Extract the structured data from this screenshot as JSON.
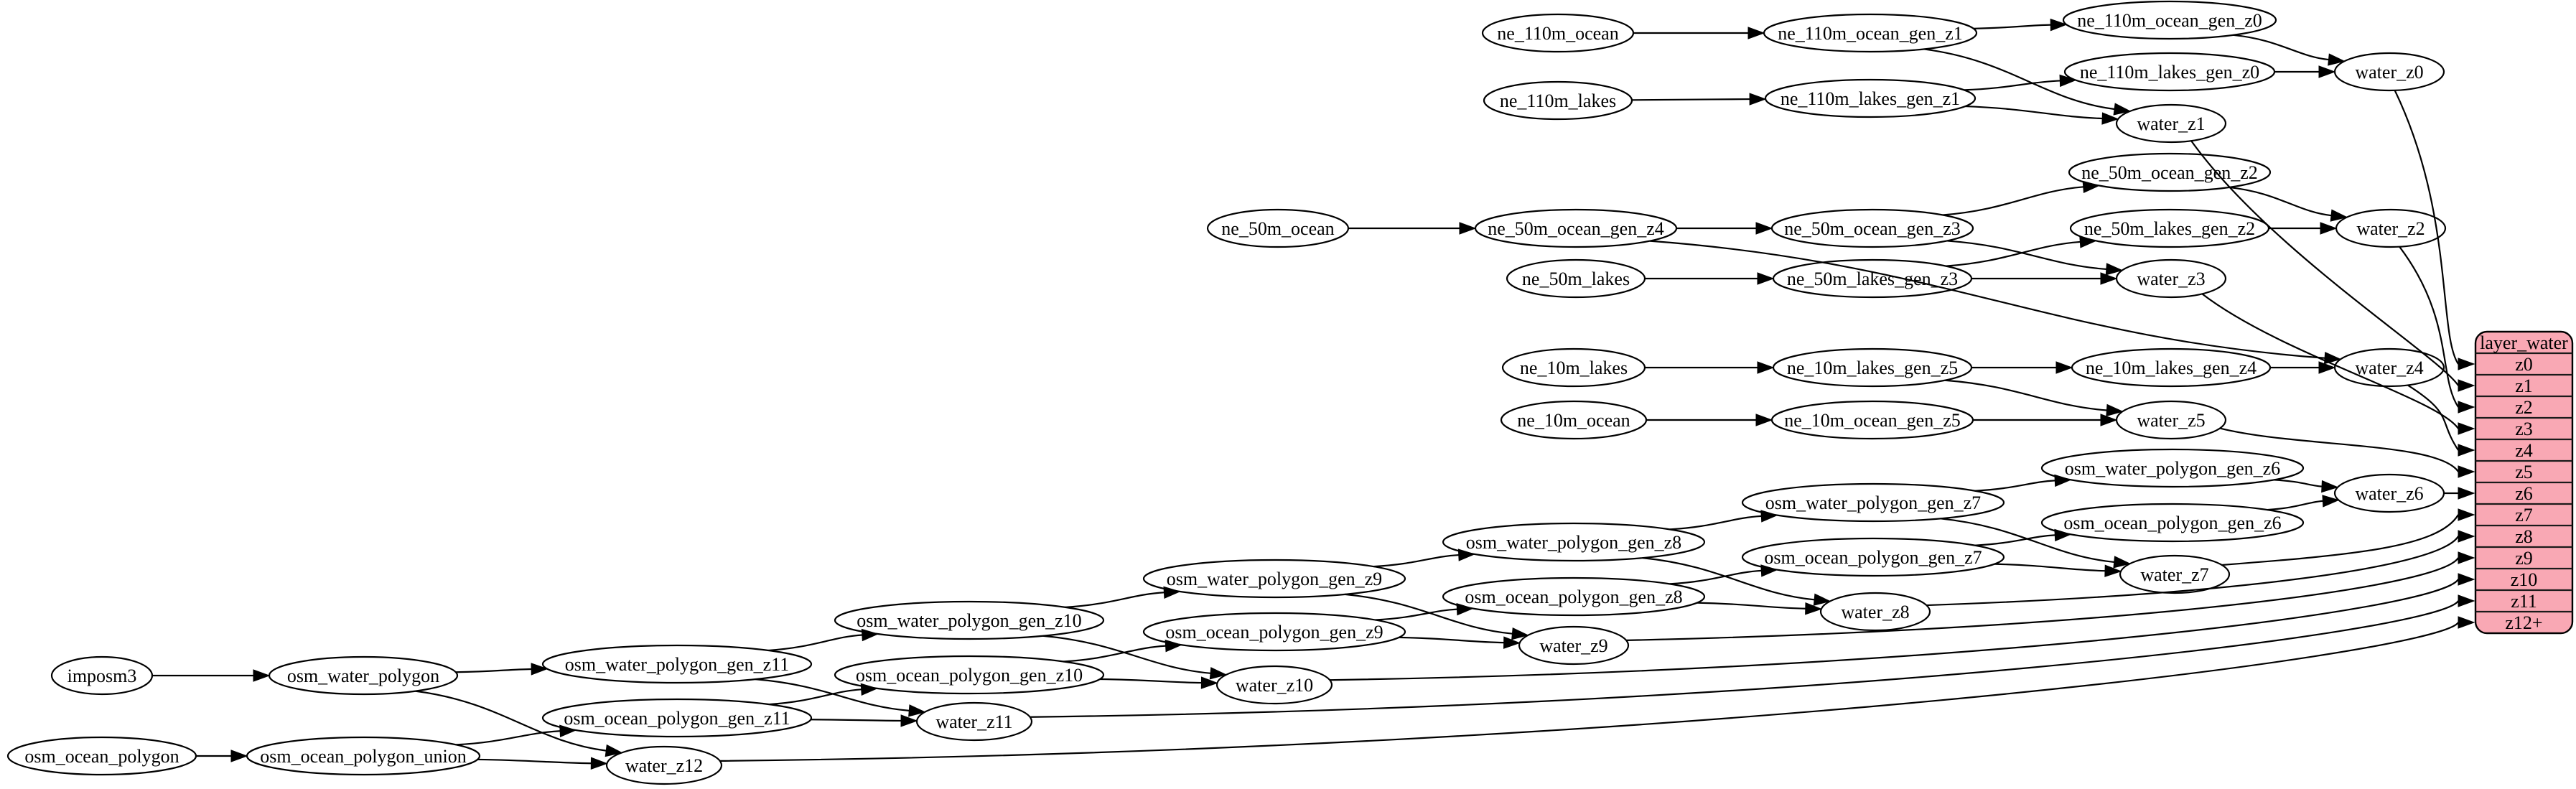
{
  "diagram": {
    "title": "layer_water ETL dependency graph",
    "background": "#ffffff",
    "edge_color": "#000000",
    "node_fill": "#ffffff",
    "node_stroke": "#000000",
    "table": {
      "title": "layer_water",
      "fill": "#f9a8b4",
      "stroke": "#000000",
      "rows": [
        "z0",
        "z1",
        "z2",
        "z3",
        "z4",
        "z5",
        "z6",
        "z7",
        "z8",
        "z9",
        "z10",
        "z11",
        "z12+"
      ]
    },
    "nodes": [
      {
        "id": "ne_110m_ocean",
        "label": "ne_110m_ocean"
      },
      {
        "id": "ne_110m_ocean_gen_z1",
        "label": "ne_110m_ocean_gen_z1"
      },
      {
        "id": "ne_110m_ocean_gen_z0",
        "label": "ne_110m_ocean_gen_z0"
      },
      {
        "id": "ne_110m_lakes",
        "label": "ne_110m_lakes"
      },
      {
        "id": "ne_110m_lakes_gen_z1",
        "label": "ne_110m_lakes_gen_z1"
      },
      {
        "id": "ne_110m_lakes_gen_z0",
        "label": "ne_110m_lakes_gen_z0"
      },
      {
        "id": "water_z0",
        "label": "water_z0"
      },
      {
        "id": "water_z1",
        "label": "water_z1"
      },
      {
        "id": "ne_50m_ocean",
        "label": "ne_50m_ocean"
      },
      {
        "id": "ne_50m_ocean_gen_z4",
        "label": "ne_50m_ocean_gen_z4"
      },
      {
        "id": "ne_50m_ocean_gen_z3",
        "label": "ne_50m_ocean_gen_z3"
      },
      {
        "id": "ne_50m_ocean_gen_z2",
        "label": "ne_50m_ocean_gen_z2"
      },
      {
        "id": "ne_50m_lakes",
        "label": "ne_50m_lakes"
      },
      {
        "id": "ne_50m_lakes_gen_z3",
        "label": "ne_50m_lakes_gen_z3"
      },
      {
        "id": "ne_50m_lakes_gen_z2",
        "label": "ne_50m_lakes_gen_z2"
      },
      {
        "id": "water_z2",
        "label": "water_z2"
      },
      {
        "id": "water_z3",
        "label": "water_z3"
      },
      {
        "id": "ne_10m_lakes",
        "label": "ne_10m_lakes"
      },
      {
        "id": "ne_10m_lakes_gen_z5",
        "label": "ne_10m_lakes_gen_z5"
      },
      {
        "id": "ne_10m_lakes_gen_z4",
        "label": "ne_10m_lakes_gen_z4"
      },
      {
        "id": "water_z4",
        "label": "water_z4"
      },
      {
        "id": "ne_10m_ocean",
        "label": "ne_10m_ocean"
      },
      {
        "id": "ne_10m_ocean_gen_z5",
        "label": "ne_10m_ocean_gen_z5"
      },
      {
        "id": "water_z5",
        "label": "water_z5"
      },
      {
        "id": "osm_water_polygon_gen_z6",
        "label": "osm_water_polygon_gen_z6"
      },
      {
        "id": "osm_ocean_polygon_gen_z6",
        "label": "osm_ocean_polygon_gen_z6"
      },
      {
        "id": "water_z6",
        "label": "water_z6"
      },
      {
        "id": "osm_water_polygon_gen_z7",
        "label": "osm_water_polygon_gen_z7"
      },
      {
        "id": "osm_ocean_polygon_gen_z7",
        "label": "osm_ocean_polygon_gen_z7"
      },
      {
        "id": "water_z7",
        "label": "water_z7"
      },
      {
        "id": "osm_water_polygon_gen_z8",
        "label": "osm_water_polygon_gen_z8"
      },
      {
        "id": "osm_ocean_polygon_gen_z8",
        "label": "osm_ocean_polygon_gen_z8"
      },
      {
        "id": "water_z8",
        "label": "water_z8"
      },
      {
        "id": "osm_water_polygon_gen_z9",
        "label": "osm_water_polygon_gen_z9"
      },
      {
        "id": "osm_ocean_polygon_gen_z9",
        "label": "osm_ocean_polygon_gen_z9"
      },
      {
        "id": "water_z9",
        "label": "water_z9"
      },
      {
        "id": "osm_water_polygon_gen_z10",
        "label": "osm_water_polygon_gen_z10"
      },
      {
        "id": "osm_ocean_polygon_gen_z10",
        "label": "osm_ocean_polygon_gen_z10"
      },
      {
        "id": "water_z10",
        "label": "water_z10"
      },
      {
        "id": "osm_water_polygon_gen_z11",
        "label": "osm_water_polygon_gen_z11"
      },
      {
        "id": "osm_ocean_polygon_gen_z11",
        "label": "osm_ocean_polygon_gen_z11"
      },
      {
        "id": "water_z11",
        "label": "water_z11"
      },
      {
        "id": "imposm3",
        "label": "imposm3"
      },
      {
        "id": "osm_water_polygon",
        "label": "osm_water_polygon"
      },
      {
        "id": "osm_ocean_polygon",
        "label": "osm_ocean_polygon"
      },
      {
        "id": "osm_ocean_polygon_union",
        "label": "osm_ocean_polygon_union"
      },
      {
        "id": "water_z12",
        "label": "water_z12"
      }
    ],
    "edges": [
      {
        "from": "ne_110m_ocean",
        "to": "ne_110m_ocean_gen_z1"
      },
      {
        "from": "ne_110m_ocean_gen_z1",
        "to": "ne_110m_ocean_gen_z0"
      },
      {
        "from": "ne_110m_ocean_gen_z1",
        "to": "water_z1"
      },
      {
        "from": "ne_110m_ocean_gen_z0",
        "to": "water_z0"
      },
      {
        "from": "ne_110m_lakes",
        "to": "ne_110m_lakes_gen_z1"
      },
      {
        "from": "ne_110m_lakes_gen_z1",
        "to": "ne_110m_lakes_gen_z0"
      },
      {
        "from": "ne_110m_lakes_gen_z1",
        "to": "water_z1"
      },
      {
        "from": "ne_110m_lakes_gen_z0",
        "to": "water_z0"
      },
      {
        "from": "water_z0",
        "to": "layer_water:z0"
      },
      {
        "from": "water_z1",
        "to": "layer_water:z1"
      },
      {
        "from": "ne_50m_ocean",
        "to": "ne_50m_ocean_gen_z4"
      },
      {
        "from": "ne_50m_ocean_gen_z4",
        "to": "ne_50m_ocean_gen_z3"
      },
      {
        "from": "ne_50m_ocean_gen_z4",
        "to": "water_z4"
      },
      {
        "from": "ne_50m_ocean_gen_z3",
        "to": "ne_50m_ocean_gen_z2"
      },
      {
        "from": "ne_50m_ocean_gen_z3",
        "to": "water_z3"
      },
      {
        "from": "ne_50m_ocean_gen_z2",
        "to": "water_z2"
      },
      {
        "from": "ne_50m_lakes",
        "to": "ne_50m_lakes_gen_z3"
      },
      {
        "from": "ne_50m_lakes_gen_z3",
        "to": "ne_50m_lakes_gen_z2"
      },
      {
        "from": "ne_50m_lakes_gen_z3",
        "to": "water_z3"
      },
      {
        "from": "ne_50m_lakes_gen_z2",
        "to": "water_z2"
      },
      {
        "from": "water_z2",
        "to": "layer_water:z2"
      },
      {
        "from": "water_z3",
        "to": "layer_water:z3"
      },
      {
        "from": "ne_10m_lakes",
        "to": "ne_10m_lakes_gen_z5"
      },
      {
        "from": "ne_10m_lakes_gen_z5",
        "to": "ne_10m_lakes_gen_z4"
      },
      {
        "from": "ne_10m_lakes_gen_z5",
        "to": "water_z5"
      },
      {
        "from": "ne_10m_lakes_gen_z4",
        "to": "water_z4"
      },
      {
        "from": "ne_10m_ocean",
        "to": "ne_10m_ocean_gen_z5"
      },
      {
        "from": "ne_10m_ocean_gen_z5",
        "to": "water_z5"
      },
      {
        "from": "water_z4",
        "to": "layer_water:z4"
      },
      {
        "from": "water_z5",
        "to": "layer_water:z5"
      },
      {
        "from": "imposm3",
        "to": "osm_water_polygon"
      },
      {
        "from": "osm_water_polygon",
        "to": "osm_water_polygon_gen_z11"
      },
      {
        "from": "osm_water_polygon",
        "to": "water_z12"
      },
      {
        "from": "osm_ocean_polygon",
        "to": "osm_ocean_polygon_union"
      },
      {
        "from": "osm_ocean_polygon_union",
        "to": "osm_ocean_polygon_gen_z11"
      },
      {
        "from": "osm_ocean_polygon_union",
        "to": "water_z12"
      },
      {
        "from": "osm_water_polygon_gen_z11",
        "to": "osm_water_polygon_gen_z10"
      },
      {
        "from": "osm_water_polygon_gen_z11",
        "to": "water_z11"
      },
      {
        "from": "osm_ocean_polygon_gen_z11",
        "to": "osm_ocean_polygon_gen_z10"
      },
      {
        "from": "osm_ocean_polygon_gen_z11",
        "to": "water_z11"
      },
      {
        "from": "osm_water_polygon_gen_z10",
        "to": "osm_water_polygon_gen_z9"
      },
      {
        "from": "osm_water_polygon_gen_z10",
        "to": "water_z10"
      },
      {
        "from": "osm_ocean_polygon_gen_z10",
        "to": "osm_ocean_polygon_gen_z9"
      },
      {
        "from": "osm_ocean_polygon_gen_z10",
        "to": "water_z10"
      },
      {
        "from": "osm_water_polygon_gen_z9",
        "to": "osm_water_polygon_gen_z8"
      },
      {
        "from": "osm_water_polygon_gen_z9",
        "to": "water_z9"
      },
      {
        "from": "osm_ocean_polygon_gen_z9",
        "to": "osm_ocean_polygon_gen_z8"
      },
      {
        "from": "osm_ocean_polygon_gen_z9",
        "to": "water_z9"
      },
      {
        "from": "osm_water_polygon_gen_z8",
        "to": "osm_water_polygon_gen_z7"
      },
      {
        "from": "osm_water_polygon_gen_z8",
        "to": "water_z8"
      },
      {
        "from": "osm_ocean_polygon_gen_z8",
        "to": "osm_ocean_polygon_gen_z7"
      },
      {
        "from": "osm_ocean_polygon_gen_z8",
        "to": "water_z8"
      },
      {
        "from": "osm_water_polygon_gen_z7",
        "to": "osm_water_polygon_gen_z6"
      },
      {
        "from": "osm_water_polygon_gen_z7",
        "to": "water_z7"
      },
      {
        "from": "osm_ocean_polygon_gen_z7",
        "to": "osm_ocean_polygon_gen_z6"
      },
      {
        "from": "osm_ocean_polygon_gen_z7",
        "to": "water_z7"
      },
      {
        "from": "osm_water_polygon_gen_z6",
        "to": "water_z6"
      },
      {
        "from": "osm_ocean_polygon_gen_z6",
        "to": "water_z6"
      },
      {
        "from": "water_z6",
        "to": "layer_water:z6"
      },
      {
        "from": "water_z7",
        "to": "layer_water:z7"
      },
      {
        "from": "water_z8",
        "to": "layer_water:z8"
      },
      {
        "from": "water_z9",
        "to": "layer_water:z9"
      },
      {
        "from": "water_z10",
        "to": "layer_water:z10"
      },
      {
        "from": "water_z11",
        "to": "layer_water:z11"
      },
      {
        "from": "water_z12",
        "to": "layer_water:z12+"
      }
    ]
  }
}
